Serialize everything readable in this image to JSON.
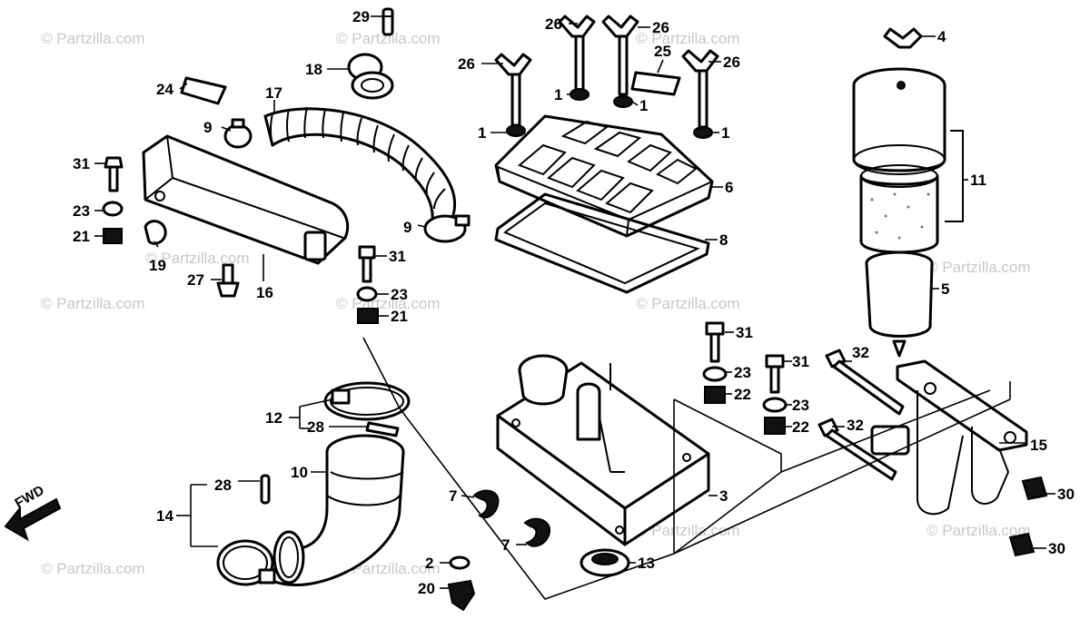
{
  "diagram": {
    "callouts": [
      "29",
      "26",
      "26",
      "18",
      "26",
      "25",
      "26",
      "4",
      "24",
      "17",
      "1",
      "1",
      "9",
      "1",
      "1",
      "31",
      "6",
      "11",
      "23",
      "21",
      "9",
      "8",
      "19",
      "31",
      "27",
      "16",
      "23",
      "5",
      "21",
      "31",
      "31",
      "32",
      "23",
      "12",
      "22",
      "28",
      "23",
      "22",
      "32",
      "15",
      "10",
      "28",
      "3",
      "7",
      "30",
      "14",
      "2",
      "7",
      "30",
      "13",
      "20"
    ],
    "watermarks": [
      "© Partzilla.com",
      "© Partzilla.com",
      "© Partzilla.com",
      "© Partzilla.com",
      "© Partzilla.com",
      "© Partzilla.com",
      "© Partzilla.com",
      "© Partzilla.com",
      "© Partzilla.com",
      "© Partzilla.com",
      "© Partzilla.com",
      "© Partzilla.com"
    ],
    "direction_label": "FWD"
  }
}
